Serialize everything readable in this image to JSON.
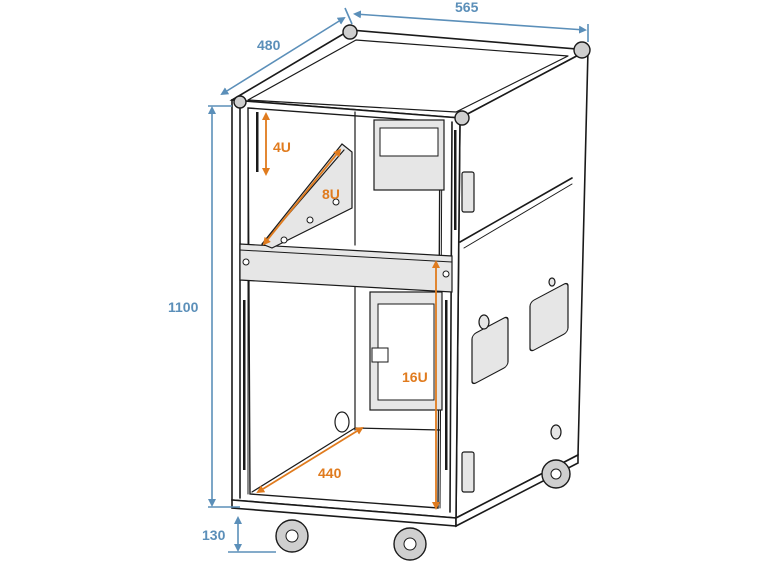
{
  "dimensions": {
    "width": "565",
    "depth": "480",
    "height": "1100",
    "wheels": "130",
    "inner_depth": "440"
  },
  "rack_units": {
    "top": "4U",
    "angled": "8U",
    "bottom": "16U"
  },
  "colors": {
    "dimension_lines": "#5b8fb9",
    "rack_unit_lines": "#e07b1e",
    "outline": "#1a1a1a"
  }
}
